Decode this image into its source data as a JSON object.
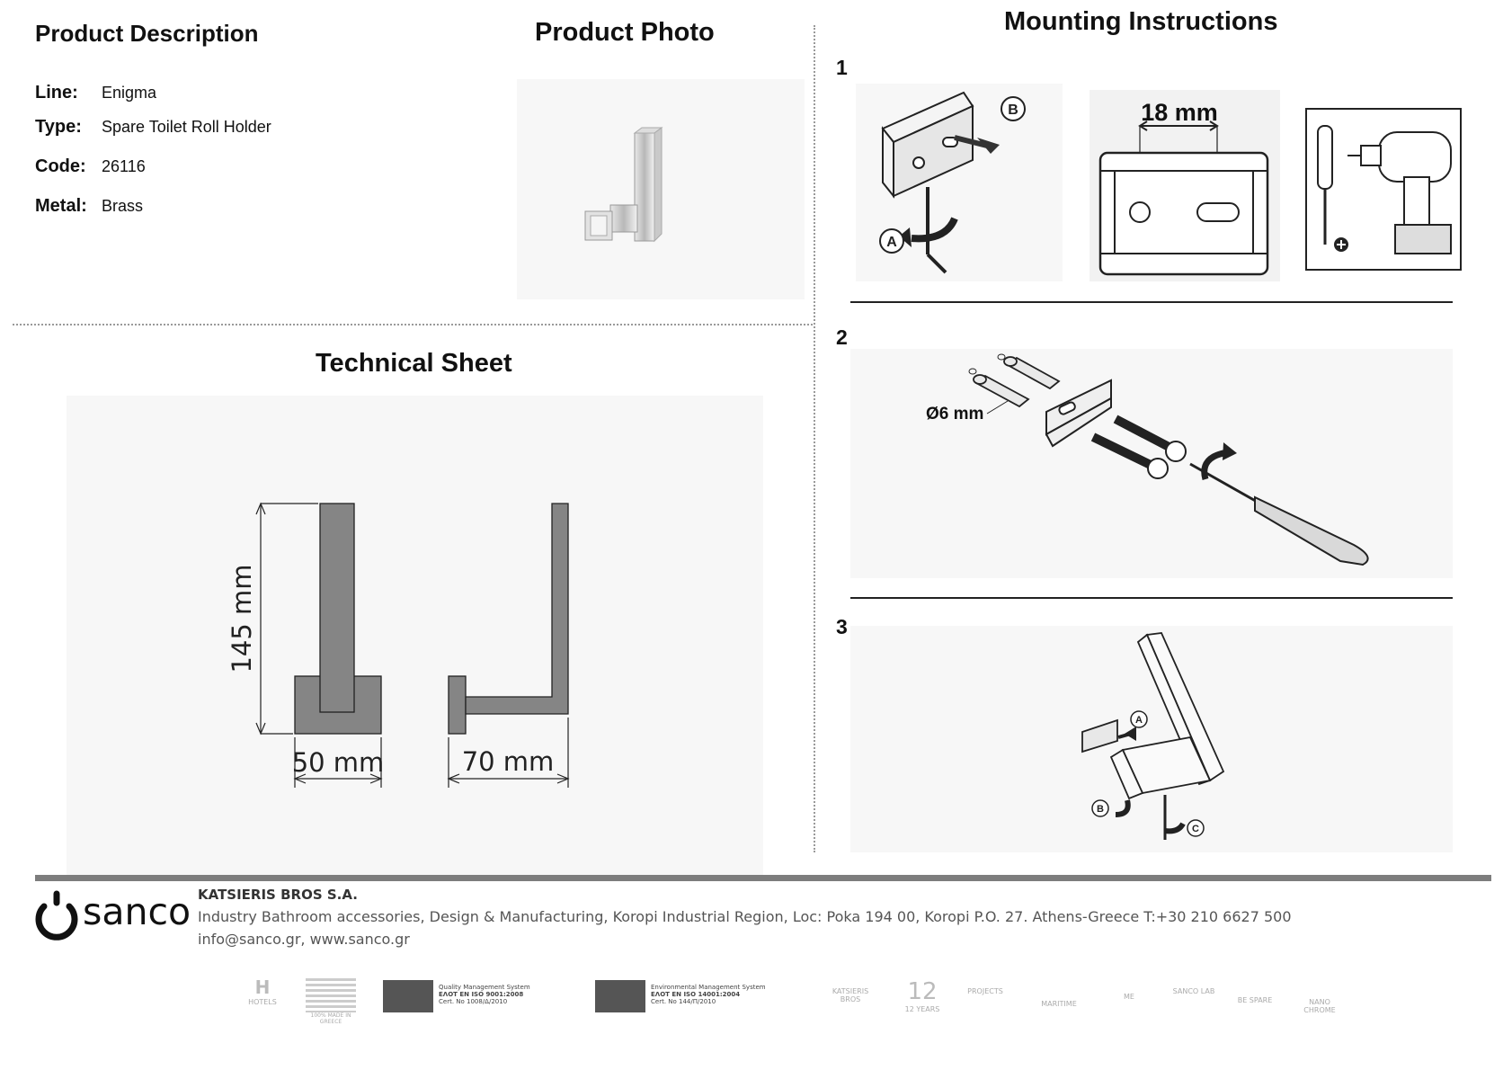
{
  "description": {
    "title": "Product Description",
    "rows": [
      {
        "label": "Line:",
        "value": "Enigma"
      },
      {
        "label": "Type:",
        "value": "Spare Toilet Roll Holder"
      },
      {
        "label": "Code:",
        "value": "26116"
      },
      {
        "label": "Metal:",
        "value": "Brass"
      }
    ]
  },
  "photo": {
    "title": "Product Photo"
  },
  "technical": {
    "title": "Technical Sheet",
    "height_label": "145 mm",
    "width_label": "50 mm",
    "depth_label": "70 mm"
  },
  "mounting": {
    "title": "Mounting Instructions",
    "steps": [
      "1",
      "2",
      "3"
    ],
    "label_a": "A",
    "label_b": "B",
    "label_c": "C",
    "spacing_label": "18 mm",
    "drill_label": "Ø6 mm"
  },
  "footer": {
    "logo": "sanco",
    "company": "KATSIERIS BROS S.A.",
    "address": "Industry Bathroom accessories, Design & Manufacturing, Koropi Industrial Region, Loc: Poka 194 00, Koropi P.O. 27. Athens-Greece   T:+30 210 6627 500",
    "contact": "info@sanco.gr, www.sanco.gr",
    "cert1_lines": [
      "Quality Management System",
      "ΕΛΟΤ ΕΝ ISO 9001:2008",
      "Cert. No 1008/Δ/2010"
    ],
    "cert2_lines": [
      "Environmental Management System",
      "ΕΛΟΤ ΕΝ ISO 14001:2004",
      "Cert. No 144/Π/2010"
    ],
    "badges": [
      "HOTELS",
      "100% MADE IN GREECE",
      "KATSIERIS BROS",
      "12 YEARS",
      "PROJECTS",
      "MARITIME",
      "ME",
      "SANCO LAB",
      "BE SPARE",
      "NANO CHROME"
    ]
  }
}
